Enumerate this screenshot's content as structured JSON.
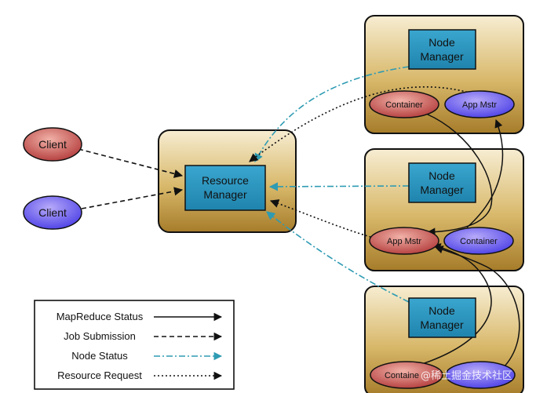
{
  "nodes": {
    "client_1": "Client",
    "client_2": "Client",
    "resource_manager": [
      "Resource",
      "Manager"
    ],
    "node_manager_top": [
      "Node",
      "Manager"
    ],
    "node_manager_mid": [
      "Node",
      "Manager"
    ],
    "node_manager_bottom": [
      "Node",
      "Manager"
    ],
    "container_top": "Container",
    "app_mstr_top": "App Mstr",
    "app_mstr_mid": "App Mstr",
    "container_mid": "Container",
    "container_bottom": "Containe",
    "container_bottom_b": ""
  },
  "legend": {
    "items": [
      {
        "label": "MapReduce Status",
        "style": "solid"
      },
      {
        "label": "Job Submission",
        "style": "dashed"
      },
      {
        "label": "Node Status",
        "style": "dashdot"
      },
      {
        "label": "Resource Request",
        "style": "dotted"
      }
    ]
  },
  "watermark": "@稀土掘金技术社区",
  "colors": {
    "box_top": "#f7edd2",
    "box_bottom": "#a67c2a",
    "manager_fill": "#2a97c1",
    "client_red": "#b23a3a",
    "client_blue": "#4a3ee6",
    "container_red": "#b9453f",
    "app_blue": "#4935e6",
    "node_status_line": "#2e9bb3"
  }
}
